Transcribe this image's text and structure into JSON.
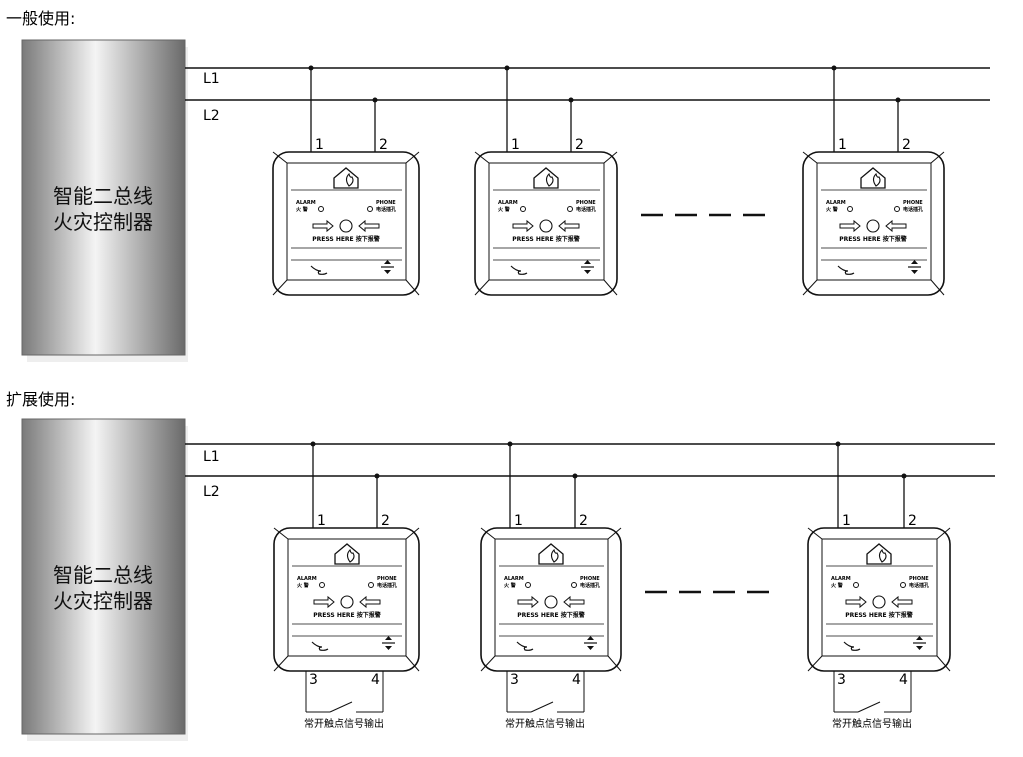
{
  "sections": [
    {
      "title": "一般使用:",
      "controller": {
        "line1": "智能二总线",
        "line2": "火灾控制器"
      },
      "bus": {
        "l1": "L1",
        "l2": "L2"
      },
      "terminals": {
        "t1": "1",
        "t2": "2"
      }
    },
    {
      "title": "扩展使用:",
      "controller": {
        "line1": "智能二总线",
        "line2": "火灾控制器"
      },
      "bus": {
        "l1": "L1",
        "l2": "L2"
      },
      "terminals": {
        "t1": "1",
        "t2": "2",
        "t3": "3",
        "t4": "4"
      },
      "contact_label": "常开触点信号输出"
    }
  ],
  "device": {
    "alarm_en": "ALARM",
    "alarm_cn": "火 警",
    "phone_en": "PHONE",
    "phone_cn": "电话插孔",
    "press_label": "PRESS HERE  按下报警"
  },
  "colors": {
    "controller_dark": "#6e6e6e",
    "controller_light": "#f2f2f2",
    "line": "#111111"
  }
}
